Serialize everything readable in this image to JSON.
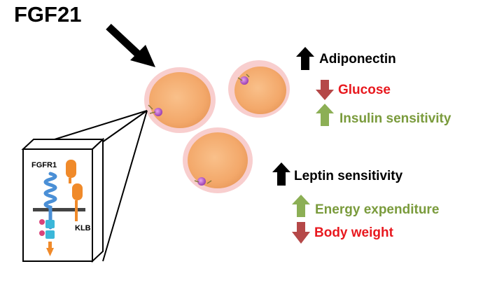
{
  "ligand": {
    "label": "FGF21"
  },
  "receptor": {
    "fgfr1_label": "FGFR1",
    "klb_label": "KLB"
  },
  "colors": {
    "up_black": "#000000",
    "down_red_text": "#e8191f",
    "down_red_arrow": "#b54848",
    "up_green_text": "#7a9b3c",
    "up_green_arrow": "#8caf55",
    "cell_body": "#f3a86a",
    "cell_membrane": "#f7c9c9",
    "fgfr1_blue": "#4a8fd6",
    "klb_orange": "#f08a2a"
  },
  "effects": {
    "adiponectin": {
      "label": "Adiponectin",
      "direction": "up",
      "arrow_icon": "up-arrow-black"
    },
    "glucose": {
      "label": "Glucose",
      "direction": "down",
      "arrow_icon": "down-arrow-red"
    },
    "insulin_sensitivity": {
      "label": "Insulin sensitivity",
      "direction": "up",
      "arrow_icon": "up-arrow-green"
    },
    "leptin_sensitivity": {
      "label": "Leptin sensitivity",
      "direction": "up",
      "arrow_icon": "up-arrow-black"
    },
    "energy_expenditure": {
      "label": "Energy expenditure",
      "direction": "up",
      "arrow_icon": "up-arrow-green"
    },
    "body_weight": {
      "label": "Body weight",
      "direction": "down",
      "arrow_icon": "down-arrow-red"
    }
  }
}
